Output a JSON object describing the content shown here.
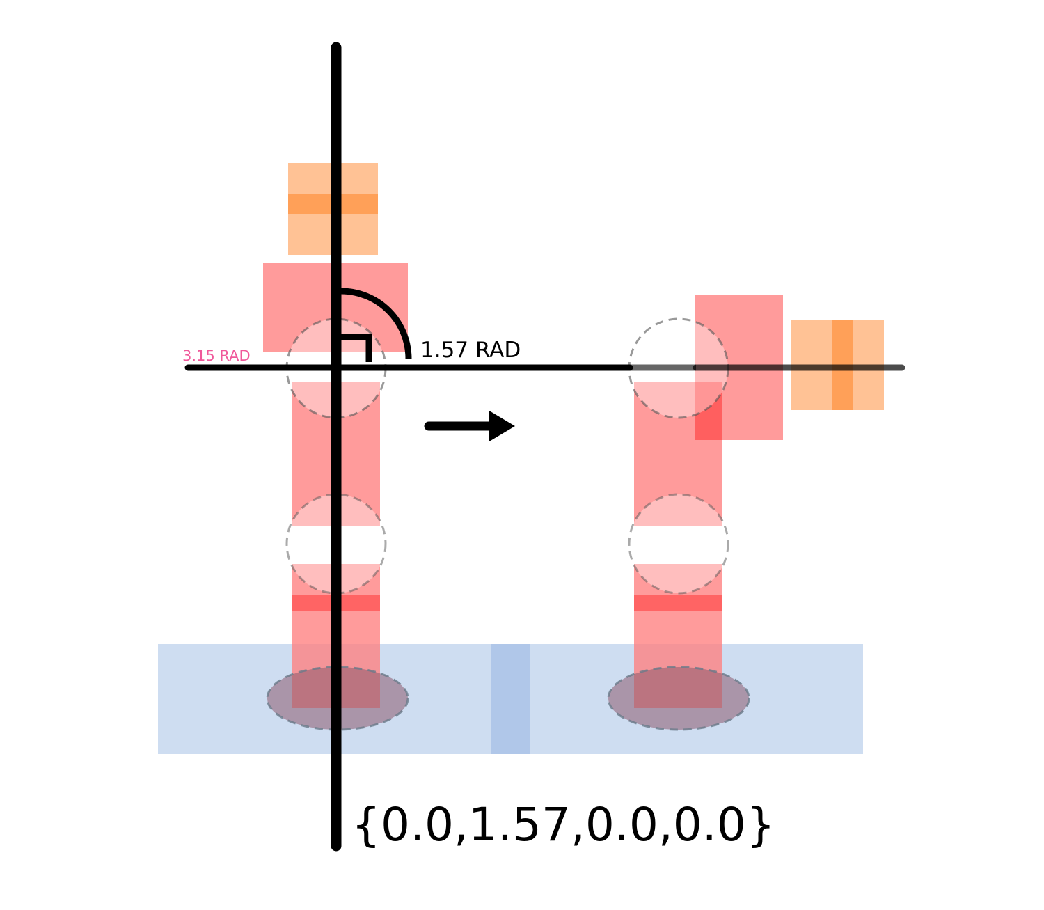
{
  "labels": {
    "angle_right": "1.57 RAD",
    "angle_left": "3.15 RAD",
    "joint_vector": "{0.0,1.57,0.0,0.0}"
  },
  "colors": {
    "base_plate": "#aec7e8",
    "base_center_strip": "#a5bfe6",
    "arm_link": "#ff7f7f",
    "arm_band": "#ff5a5a",
    "base_joint_ellipse": "#8c5a6e",
    "gripper": "#ffb37a",
    "gripper_band": "#ff9a4d",
    "axis_line": "#000000",
    "joint_circle_outline": "#888888",
    "angle_left_label": "#f0589a",
    "angle_right_label": "#000000",
    "joint_vector_label": "#000000"
  },
  "icons": {
    "transition_arrow": "right-arrow-icon",
    "right_angle_marker": "right-angle-icon"
  }
}
